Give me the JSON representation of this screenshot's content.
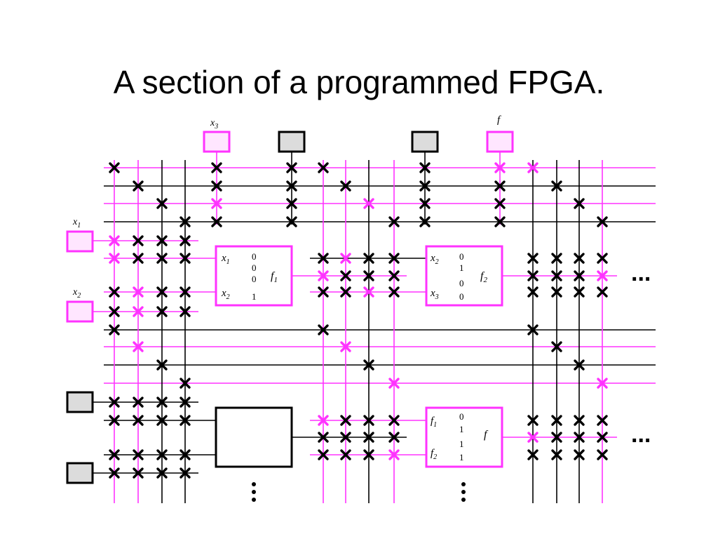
{
  "title": "A section of a programmed FPGA.",
  "colors": {
    "programmed": "#ff33ff",
    "unprogrammed": "#000000",
    "pin_selected_fill": "#ffe6ff",
    "pin_unused_fill": "#dcdcdc"
  },
  "top_pins": {
    "x3": "x",
    "x3_sub": "3",
    "f": "f"
  },
  "left_pins": {
    "x1": "x",
    "x1_sub": "1",
    "x2": "x",
    "x2_sub": "2"
  },
  "lut1": {
    "in1": "x",
    "in1_sub": "1",
    "in2": "x",
    "in2_sub": "2",
    "out": "f",
    "out_sub": "1",
    "bits": [
      "0",
      "0",
      "0",
      "1"
    ]
  },
  "lut2": {
    "in1": "x",
    "in1_sub": "2",
    "in2": "x",
    "in2_sub": "3",
    "out": "f",
    "out_sub": "2",
    "bits": [
      "0",
      "1",
      "0",
      "0"
    ]
  },
  "lut3": {
    "in1": "f",
    "in1_sub": "1",
    "in2": "f",
    "in2_sub": "2",
    "out": "f",
    "bits": [
      "0",
      "1",
      "1",
      "1"
    ]
  },
  "lut4": {
    "bits": []
  },
  "ellipsis_h": "...",
  "ellipsis_v": "..."
}
